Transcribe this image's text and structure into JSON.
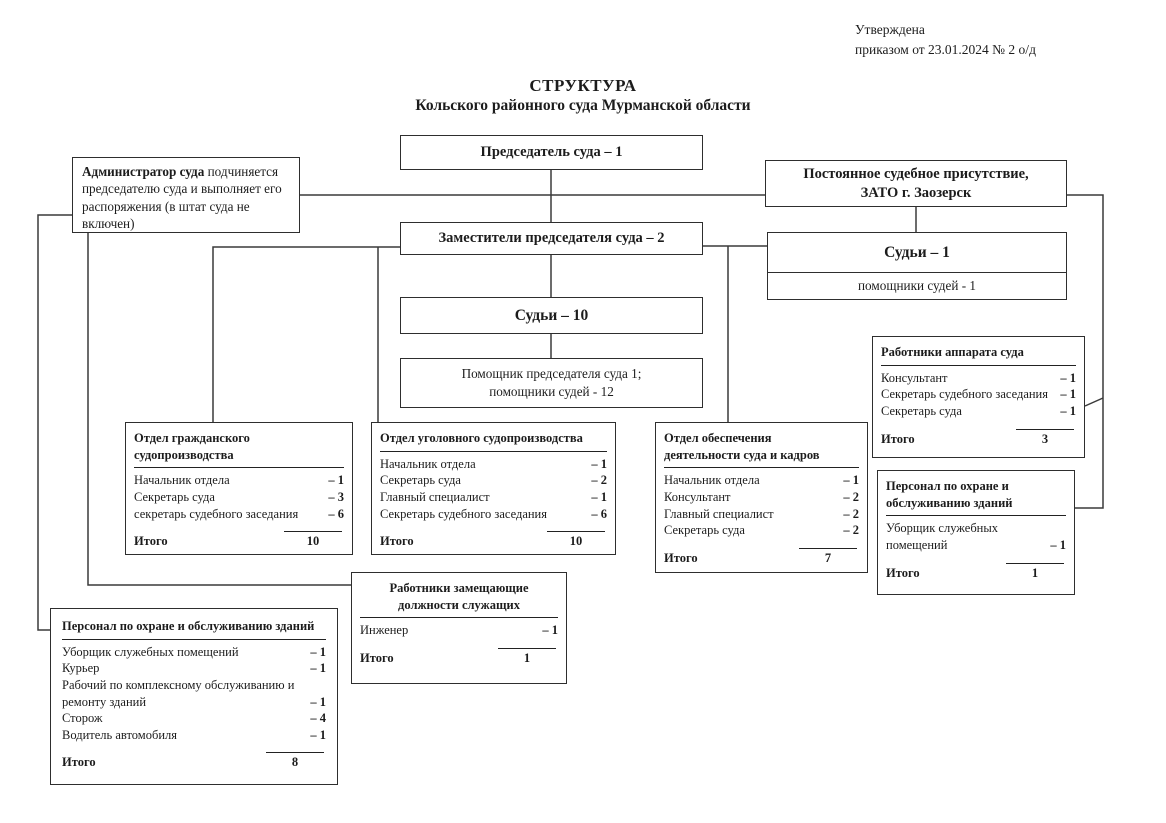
{
  "meta": {
    "dash": "–"
  },
  "approval": {
    "line1": "Утверждена",
    "line2": "приказом от 23.01.2024 № 2 о/д"
  },
  "title": {
    "line1": "СТРУКТУРА",
    "line2": "Кольского районного суда Мурманской области"
  },
  "nodes": {
    "chairman": {
      "label": "Председатель суда – 1"
    },
    "administrator": {
      "name": "Администратор суда",
      "note": "подчиняется председателю суда и выполняет его распоряжения (в штат суда не включен)"
    },
    "permanent_presence": {
      "line1": "Постоянное судебное присутствие,",
      "line2": "ЗАТО г. Заозерск"
    },
    "deputies": {
      "label": "Заместители председателя суда – 2"
    },
    "zato_judges": {
      "label": "Судьи – 1",
      "assistants": "помощники судей - 1"
    },
    "judges": {
      "label": "Судьи – 10"
    },
    "chairman_assistants": {
      "line1": "Помощник председателя суда 1;",
      "line2": "помощники судей - 12"
    }
  },
  "staff_boxes": {
    "apparatus": {
      "title": "Работники аппарата суда",
      "rows": [
        {
          "label": "Консультант",
          "value": "1"
        },
        {
          "label": "Секретарь судебного заседания",
          "value": "1"
        },
        {
          "label": "Секретарь суда",
          "value": "1"
        }
      ],
      "total_label": "Итого",
      "total": "3"
    },
    "civil": {
      "title": "Отдел гражданского судопроизводства",
      "rows": [
        {
          "label": "Начальник отдела",
          "value": "1"
        },
        {
          "label": "Секретарь суда",
          "value": "3"
        },
        {
          "label": "секретарь судебного заседания",
          "value": "6"
        }
      ],
      "total_label": "Итого",
      "total": "10"
    },
    "criminal": {
      "title": "Отдел уголовного судопроизводства",
      "rows": [
        {
          "label": "Начальник отдела",
          "value": "1"
        },
        {
          "label": "Секретарь суда",
          "value": "2"
        },
        {
          "label": "Главный специалист",
          "value": "1"
        },
        {
          "label": "Секретарь судебного заседания",
          "value": "6"
        }
      ],
      "total_label": "Итого",
      "total": "10"
    },
    "support": {
      "title": "Отдел обеспечения деятельности суда и кадров",
      "rows": [
        {
          "label": "Начальник отдела",
          "value": "1"
        },
        {
          "label": "Консультант",
          "value": "2"
        },
        {
          "label": "Главный специалист",
          "value": "2"
        },
        {
          "label": "Секретарь суда",
          "value": "2"
        }
      ],
      "total_label": "Итого",
      "total": "7"
    },
    "security_right": {
      "title": "Персонал по охране и обслуживанию зданий",
      "rows": [
        {
          "label": "Уборщик служебных помещений",
          "value": "1"
        }
      ],
      "total_label": "Итого",
      "total": "1"
    },
    "replacing": {
      "title": "Работники замещающие должности служащих",
      "rows": [
        {
          "label": "Инженер",
          "value": "1"
        }
      ],
      "total_label": "Итого",
      "total": "1"
    },
    "security_bottom": {
      "title": "Персонал по охране и обслуживанию зданий",
      "rows": [
        {
          "label": "Уборщик служебных помещений",
          "value": "1"
        },
        {
          "label": "Курьер",
          "value": "1"
        },
        {
          "label": "Рабочий по комплексному обслуживанию и ремонту зданий",
          "value": "1"
        },
        {
          "label": "Сторож",
          "value": "4"
        },
        {
          "label": "Водитель автомобиля",
          "value": "1"
        }
      ],
      "total_label": "Итого",
      "total": "8"
    }
  }
}
